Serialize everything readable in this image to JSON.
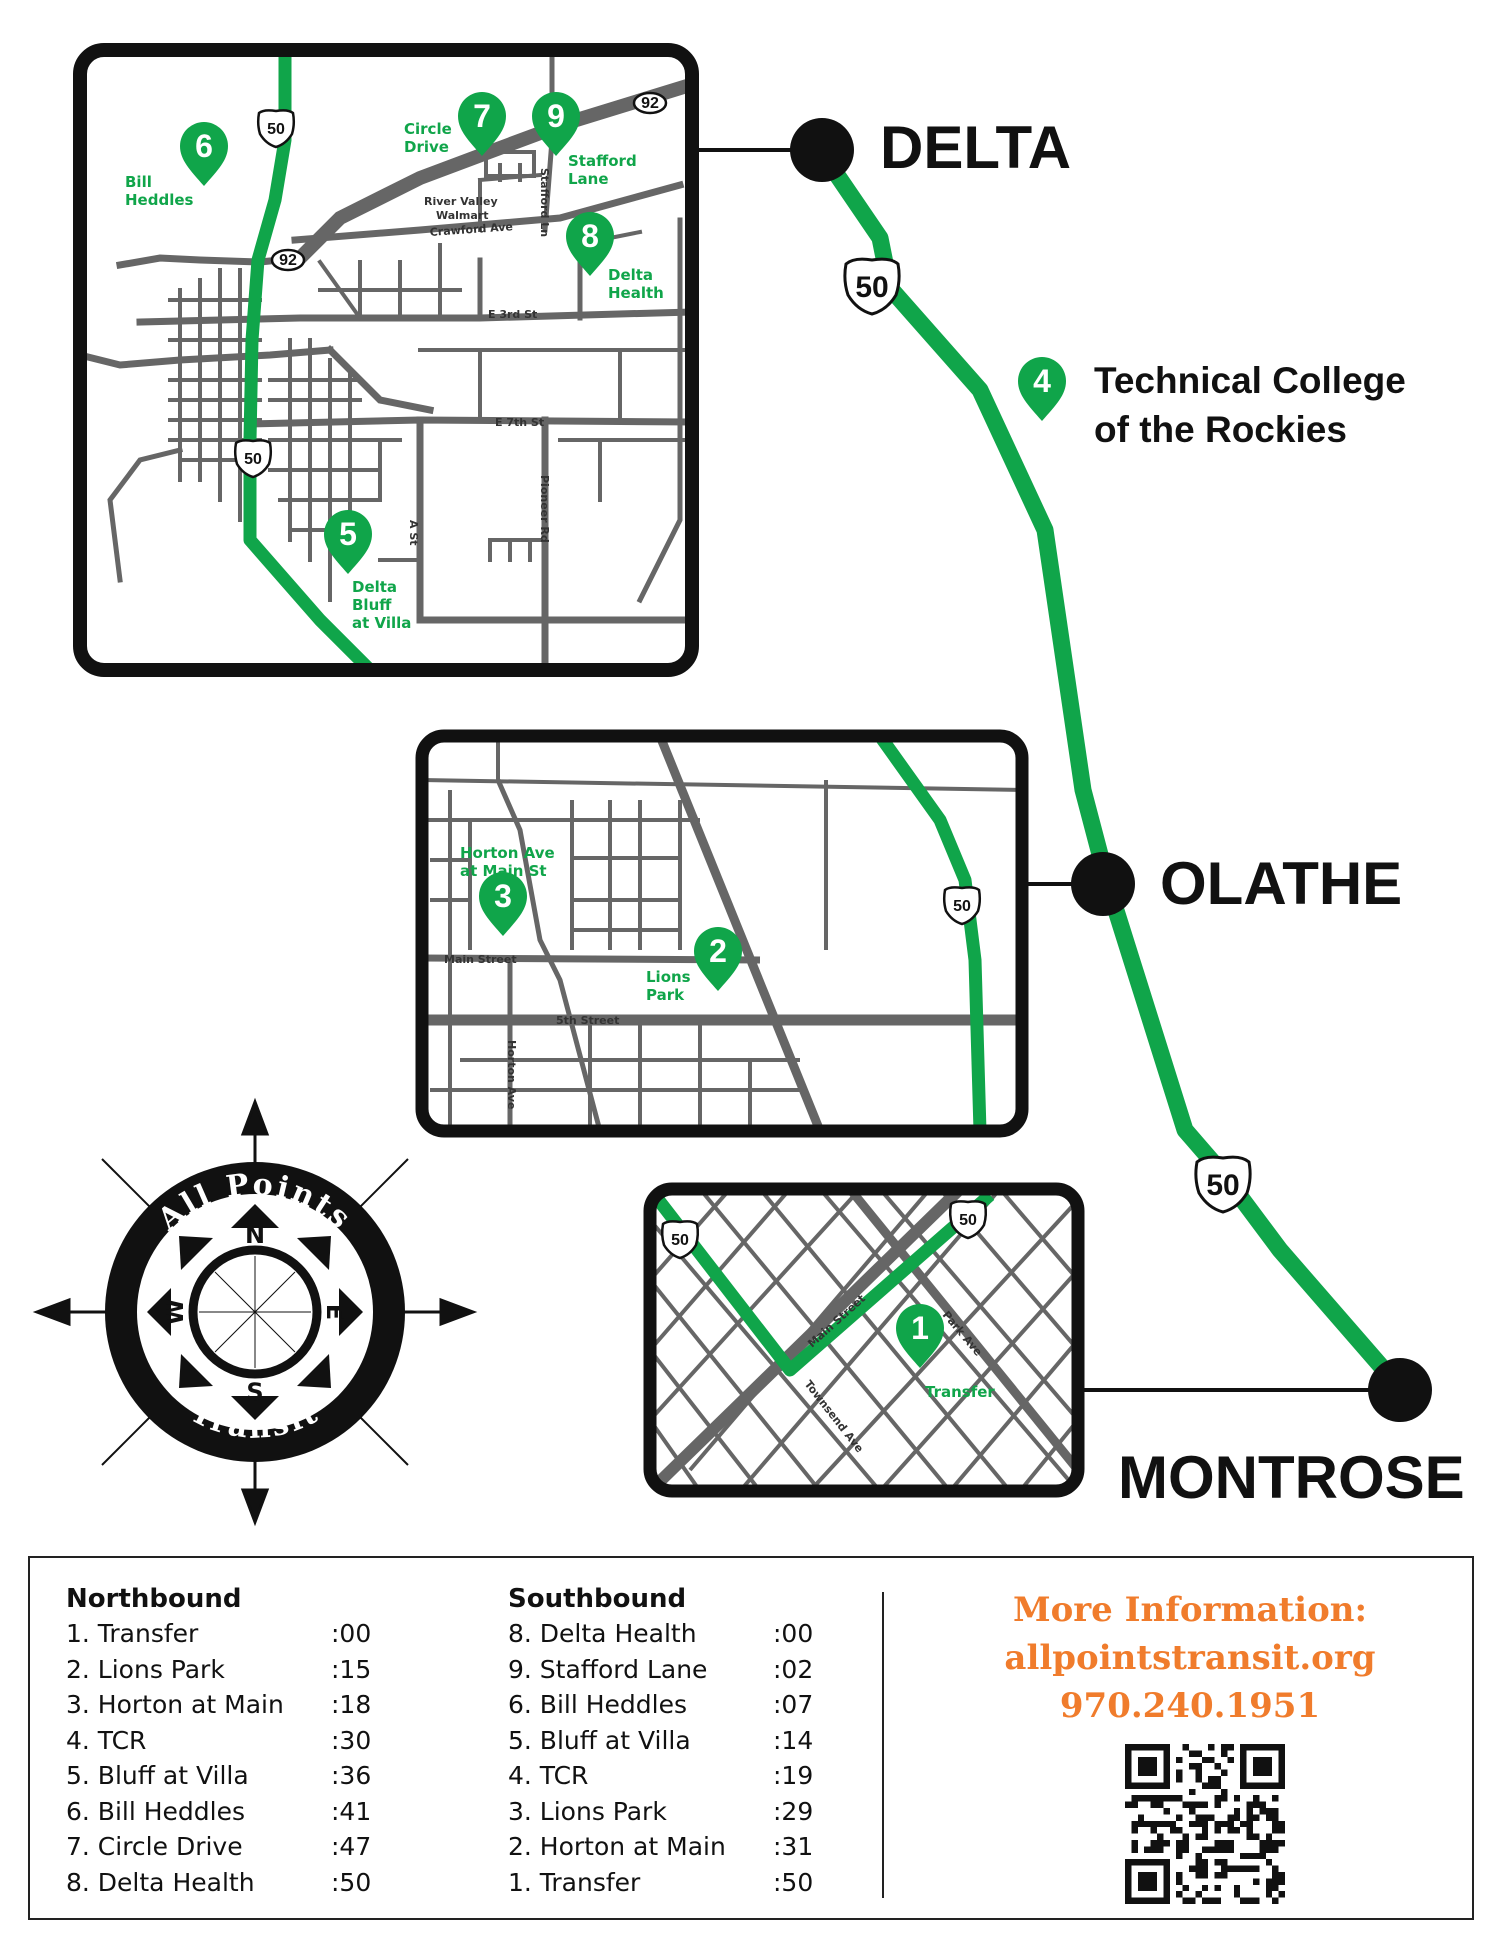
{
  "cities": {
    "delta": "DELTA",
    "olathe": "OLATHE",
    "montrose": "MONTROSE"
  },
  "tcr_label": [
    "Technical College",
    "of the Rockies"
  ],
  "highways": {
    "us50": "50",
    "sh92": "92"
  },
  "stops": {
    "s1": {
      "num": "1",
      "label": [
        "Transfer"
      ]
    },
    "s2": {
      "num": "2",
      "label": [
        "Lions",
        "Park"
      ]
    },
    "s3": {
      "num": "3",
      "label": [
        "Horton Ave",
        "at Main St"
      ]
    },
    "s4": {
      "num": "4"
    },
    "s5": {
      "num": "5",
      "label": [
        "Delta",
        "Bluff",
        "at Villa"
      ]
    },
    "s6": {
      "num": "6",
      "label": [
        "Bill",
        "Heddles"
      ]
    },
    "s7": {
      "num": "7",
      "label": [
        "Circle",
        "Drive"
      ]
    },
    "s8": {
      "num": "8",
      "label": [
        "Delta",
        "Health"
      ]
    },
    "s9": {
      "num": "9",
      "label": [
        "Stafford",
        "Lane"
      ]
    }
  },
  "streets": {
    "river_valley": [
      "River Valley",
      "Walmart"
    ],
    "crawford": "Crawford Ave",
    "stafford_ln": "Stafford Ln",
    "e3rd": "E 3rd St",
    "e7th": "E 7th St",
    "a_st": "A St",
    "pioneer": "Pioneer Rd",
    "main_street": "Main Street",
    "fifth_street": "5th Street",
    "horton_ave": "Horton Ave",
    "main_street_m": "Main Street",
    "townsend": "Townsend Ave",
    "park_ave": "Park Ave"
  },
  "compass": {
    "top_text": "All Points",
    "bottom_text": "Transit",
    "n": "N",
    "s": "S",
    "e": "E",
    "w": "W"
  },
  "colors": {
    "route": "#10a54a",
    "road": "#666666",
    "info": "#f07c2c"
  },
  "schedule": {
    "northbound": {
      "title": "Northbound",
      "rows": [
        {
          "stop": "1. Transfer",
          "time": ":00"
        },
        {
          "stop": "2. Lions Park",
          "time": ":15"
        },
        {
          "stop": "3. Horton at Main",
          "time": ":18"
        },
        {
          "stop": "4. TCR",
          "time": ":30"
        },
        {
          "stop": "5. Bluff at Villa",
          "time": ":36"
        },
        {
          "stop": "6. Bill Heddles",
          "time": ":41"
        },
        {
          "stop": "7. Circle Drive",
          "time": ":47"
        },
        {
          "stop": "8. Delta Health",
          "time": ":50"
        }
      ]
    },
    "southbound": {
      "title": "Southbound",
      "rows": [
        {
          "stop": "8. Delta Health",
          "time": ":00"
        },
        {
          "stop": "9. Stafford Lane",
          "time": ":02"
        },
        {
          "stop": "6. Bill Heddles",
          "time": ":07"
        },
        {
          "stop": "5. Bluff at Villa",
          "time": ":14"
        },
        {
          "stop": "4. TCR",
          "time": ":19"
        },
        {
          "stop": "3. Lions Park",
          "time": ":29"
        },
        {
          "stop": "2. Horton at Main",
          "time": ":31"
        },
        {
          "stop": "1. Transfer",
          "time": ":50"
        }
      ]
    },
    "info": {
      "heading": "More Information:",
      "website": "allpointstransit.org",
      "phone": "970.240.1951"
    }
  },
  "qr_code": "qr-code"
}
